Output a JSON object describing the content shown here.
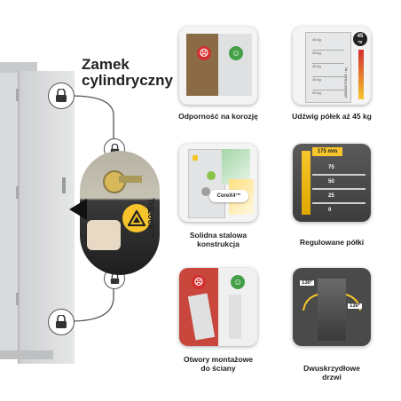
{
  "headline": {
    "line1": "Zamek",
    "line2": "cylindryczny"
  },
  "trilock": {
    "label": "TriLock™"
  },
  "tiles": [
    {
      "caption": "Odporność na korozję",
      "sad": "☹",
      "happy": "☺"
    },
    {
      "caption": "Udźwig półek aż 45 kg",
      "badge": "45",
      "badge_unit": "kg",
      "scale_label": "UDŹWIG PÓŁEK / kg",
      "shelf_labels": [
        "45 kg",
        "45 kg",
        "45 kg",
        "45 kg",
        "45 kg"
      ]
    },
    {
      "caption_line1": "Solidna stalowa",
      "caption_line2": "konstrukcja",
      "brand": "CoreX4™"
    },
    {
      "caption": "Regulowane półki",
      "levels": [
        "175 mm",
        "75",
        "50",
        "25",
        "0"
      ]
    },
    {
      "caption_line1": "Otwory montażowe",
      "caption_line2": "do ściany",
      "sad": "☹",
      "happy": "☺"
    },
    {
      "caption_line1": "Dwuskrzydłowe",
      "caption_line2": "drzwi",
      "angle1": "130°",
      "angle2": "130°"
    }
  ],
  "colors": {
    "accent_yellow": "#f7c52b",
    "sad_red": "#d32f2f",
    "happy_green": "#43a047",
    "dark": "#222222"
  },
  "icons": [
    "padlock-icon",
    "sad-face-icon",
    "happy-face-icon",
    "trilock-logo-icon"
  ]
}
